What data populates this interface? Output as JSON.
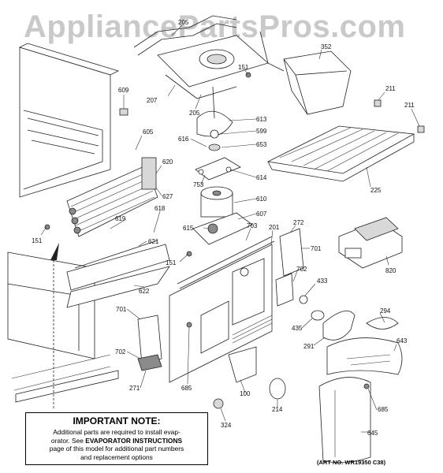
{
  "watermark": "AppliancePartsPros.com",
  "note": {
    "title": "IMPORTANT NOTE:",
    "line1": "Additional parts are required to install evap-",
    "line2_pre": "orator.  See ",
    "line2_bold": "EVAPORATOR INSTRUCTIONS",
    "line3": "page of this model for additional part numbers",
    "line4": "and replacement options"
  },
  "art_number": "(ART NO. WR19350 C38)",
  "parts": {
    "p205a": "205",
    "p205b": "205",
    "p207": "207",
    "p151a": "151",
    "p352": "352",
    "p211a": "211",
    "p211b": "211",
    "p609": "609",
    "p613": "613",
    "p599": "599",
    "p653": "653",
    "p616": "616",
    "p605": "605",
    "p620": "620",
    "p753": "753",
    "p614": "614",
    "p627": "627",
    "p610": "610",
    "p607": "607",
    "p225": "225",
    "p618": "618",
    "p619": "619",
    "p151b": "151",
    "p621": "621",
    "p615": "615",
    "p703": "703",
    "p201": "201",
    "p272": "272",
    "p701a": "701",
    "p820": "820",
    "p151c": "151",
    "p622": "622",
    "p702a": "702",
    "p433": "433",
    "p701b": "701",
    "p294": "294",
    "p435": "435",
    "p291": "291",
    "p643": "643",
    "p702b": "702",
    "p685a": "685",
    "p271": "271",
    "p100": "100",
    "p214": "214",
    "p685b": "685",
    "p324": "324",
    "p645": "645"
  }
}
